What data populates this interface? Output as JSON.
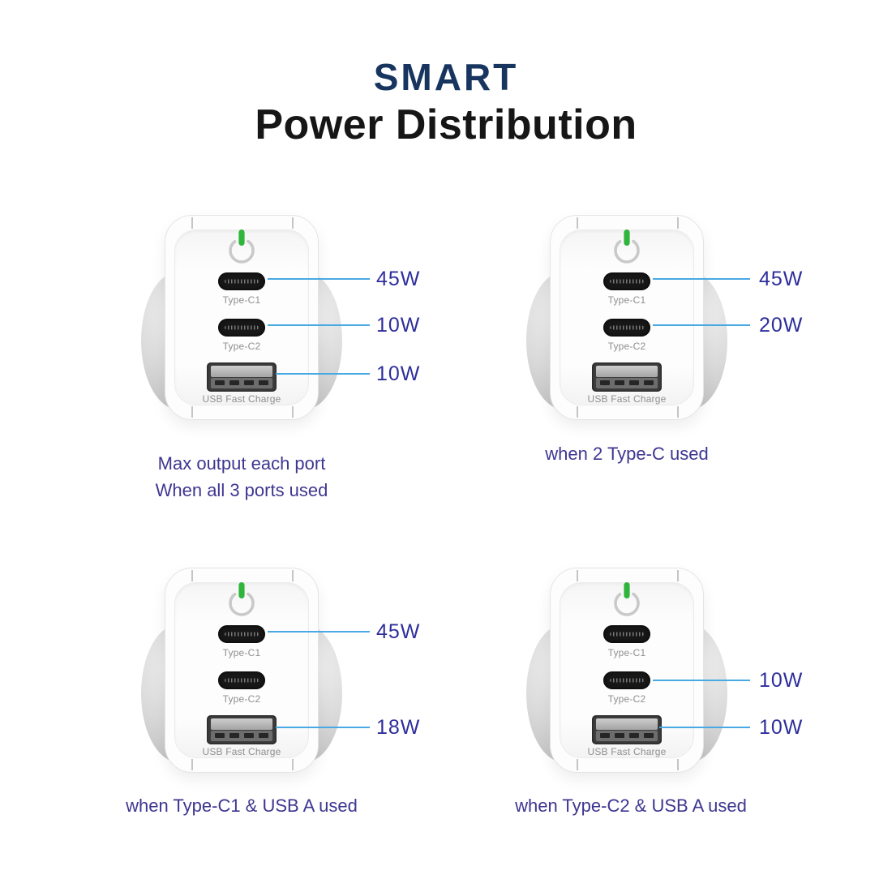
{
  "header": {
    "brand": "SMART",
    "title": "Power Distribution"
  },
  "colors": {
    "brand_navy": "#17355e",
    "heading_black": "#161616",
    "accent_line": "#49a9e3",
    "watt_label": "#2e2e9c",
    "caption": "#3e3691",
    "led_green": "#2fb43c"
  },
  "ports": {
    "type_c1_label": "Type-C1",
    "type_c2_label": "Type-C2",
    "usb_label": "USB Fast Charge"
  },
  "chargers": [
    {
      "name": "max-output-all-ports",
      "captions": [
        "Max output each port",
        "When all 3 ports used"
      ],
      "callouts": {
        "type_c1": "45W",
        "type_c2": "10W",
        "usb": "10W"
      }
    },
    {
      "name": "two-type-c-used",
      "captions": [
        "when 2 Type-C used"
      ],
      "callouts": {
        "type_c1": "45W",
        "type_c2": "20W"
      }
    },
    {
      "name": "type-c1-and-usb-a-used",
      "captions": [
        "when Type-C1 & USB A used"
      ],
      "callouts": {
        "type_c1": "45W",
        "usb": "18W"
      }
    },
    {
      "name": "type-c2-and-usb-a-used",
      "captions": [
        "when Type-C2 & USB A used"
      ],
      "callouts": {
        "type_c2": "10W",
        "usb": "10W"
      }
    }
  ]
}
